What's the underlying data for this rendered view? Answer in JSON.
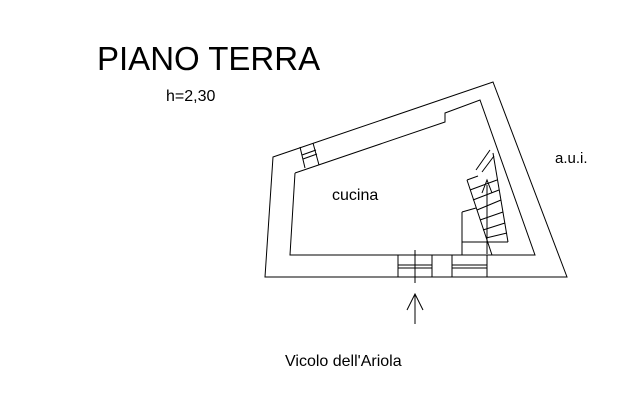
{
  "plan": {
    "title": "PIANO TERRA",
    "height_label": "h=2,30",
    "room_label": "cucina",
    "adjacent_label": "a.u.i.",
    "street_label": "Vicolo dell'Ariola"
  }
}
